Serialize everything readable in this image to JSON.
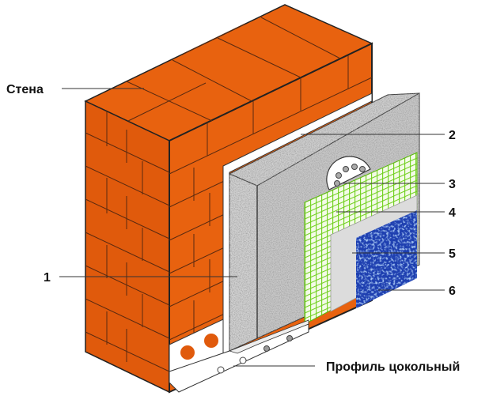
{
  "labels": {
    "wall": "Стена",
    "n1": "1",
    "n2": "2",
    "n3": "3",
    "n4": "4",
    "n5": "5",
    "n6": "6",
    "profile": "Профиль цокольный"
  },
  "colors": {
    "brick": "#e8620f",
    "insulation": "#c9c9c9",
    "mesh": "#7ed321",
    "plaster": "#dcdcdc",
    "finish": "#1e3fb0"
  }
}
